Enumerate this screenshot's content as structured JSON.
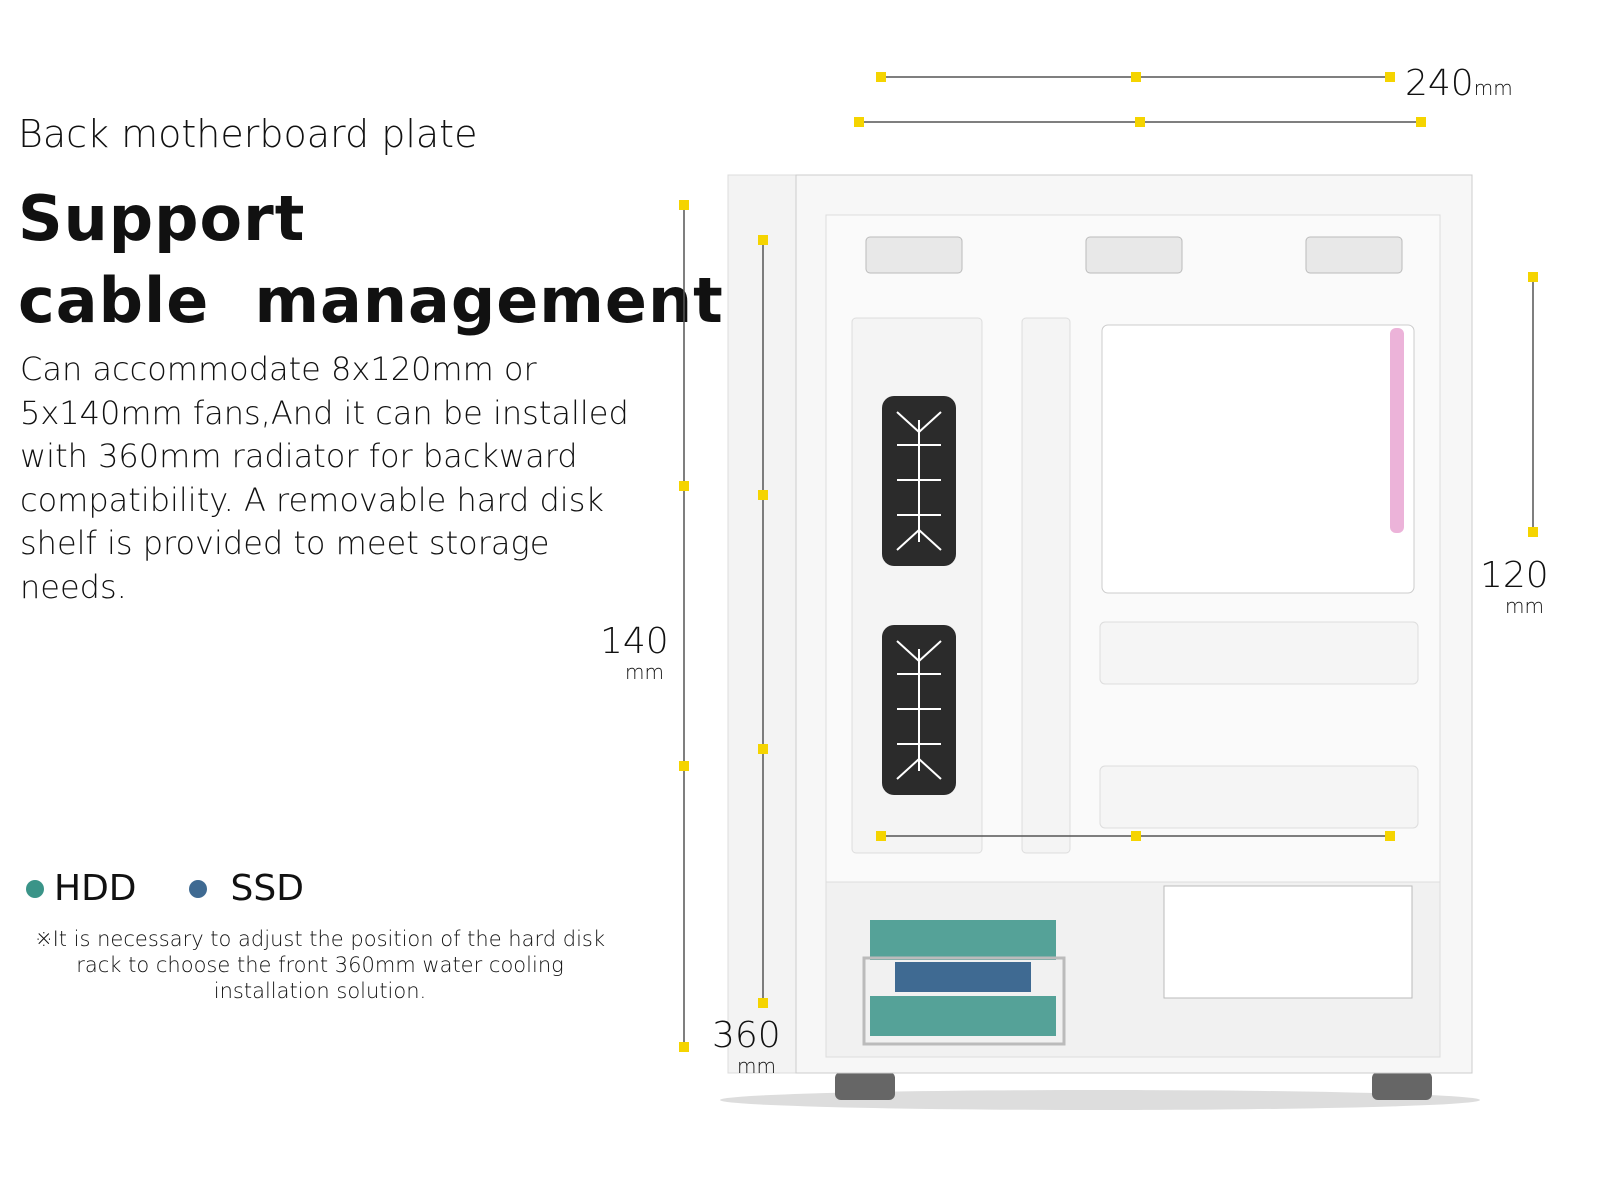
{
  "subtitle": "Back motherboard plate",
  "title_line1": "Support",
  "title_line2": "cable  management",
  "description": "Can accommodate 8x120mm or 5x140mm fans,And it can be installed with 360mm radiator for backward compatibility. A removable hard disk shelf is provided to meet storage needs.",
  "legend": [
    {
      "label": "HDD",
      "color": "#3a9488"
    },
    {
      "label": "SSD",
      "color": "#3f6a92"
    }
  ],
  "note": "※It is necessary to adjust the position of the hard disk rack to choose the front 360mm water cooling installation solution.",
  "dimensions": {
    "top": {
      "value": "240",
      "unit": "mm"
    },
    "side": {
      "value": "120",
      "unit": "mm"
    },
    "front_140": {
      "value": "140",
      "unit": "mm"
    },
    "front_360": {
      "value": "360",
      "unit": "mm"
    }
  },
  "colors": {
    "marker": "#f5d400",
    "line": "#555555"
  }
}
